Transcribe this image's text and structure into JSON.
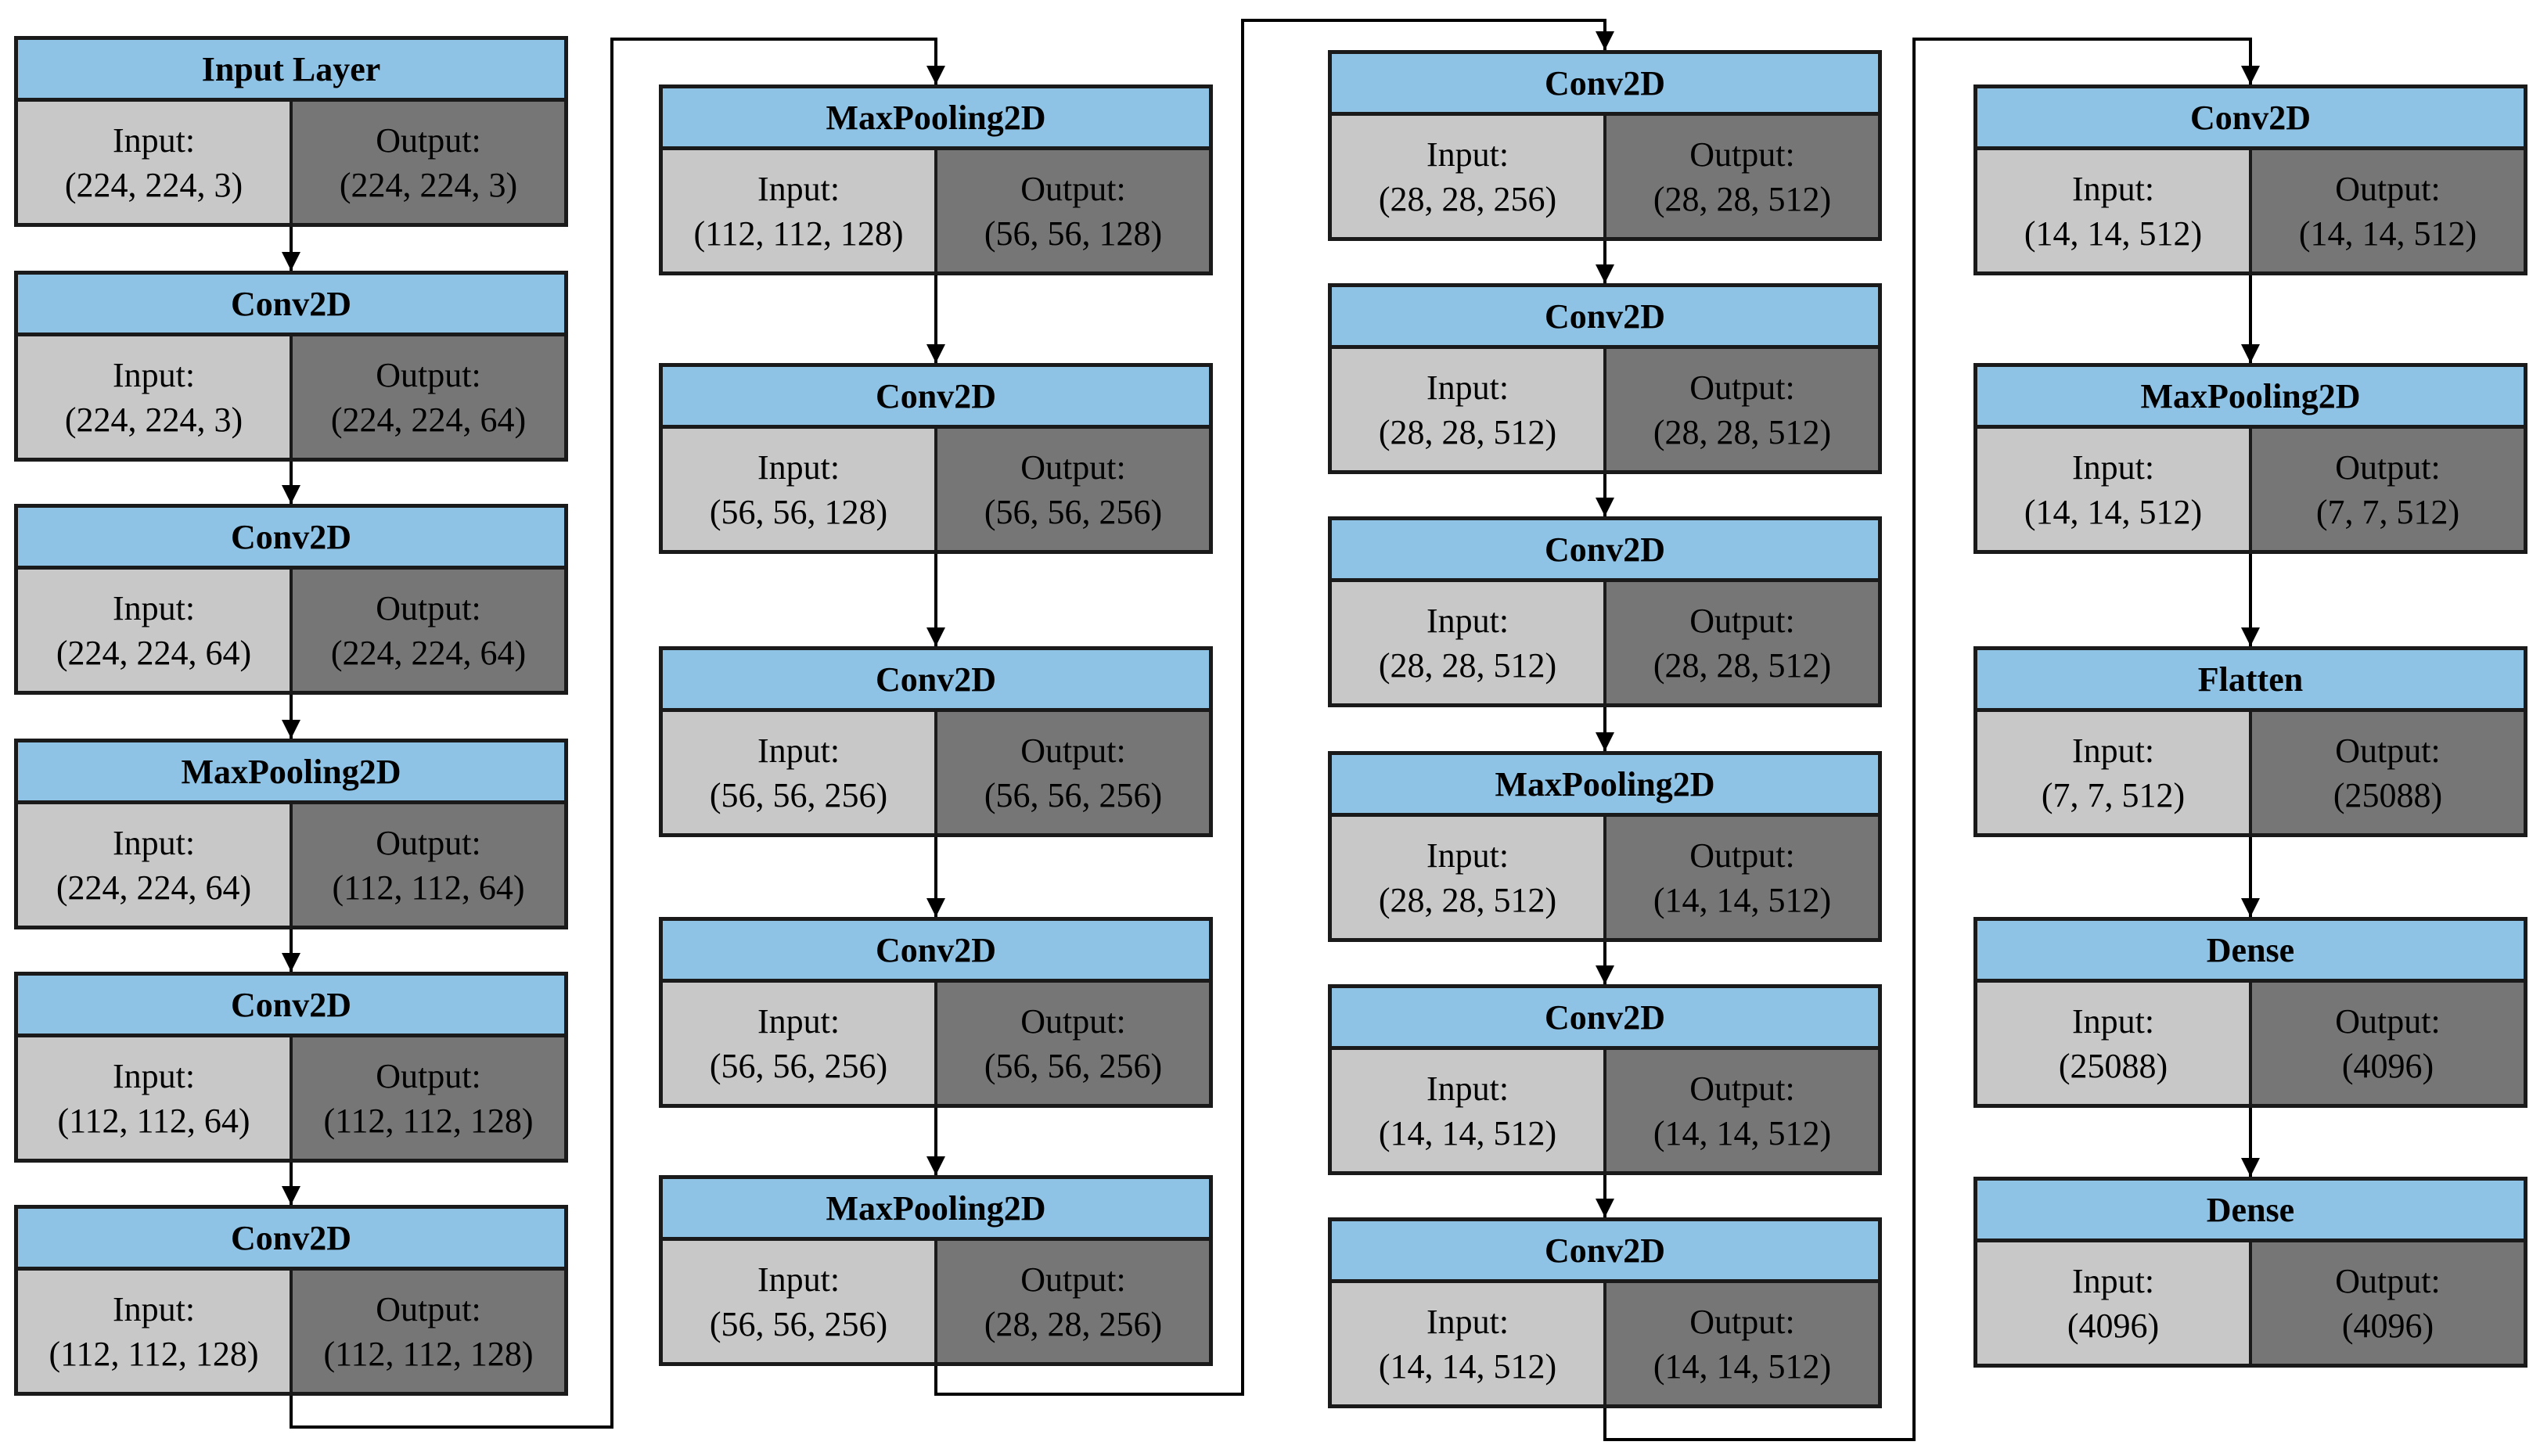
{
  "diagram": {
    "colors": {
      "header": "#8ec3e6",
      "input_cell": "#c8c8c8",
      "output_cell": "#767676",
      "border": "#1a1a1a",
      "arrow": "#000000"
    },
    "input_label": "Input:",
    "output_label": "Output:",
    "columns": [
      {
        "layers": [
          {
            "name": "Input Layer",
            "input": "(224, 224, 3)",
            "output": "(224, 224, 3)"
          },
          {
            "name": "Conv2D",
            "input": "(224, 224, 3)",
            "output": "(224, 224, 64)"
          },
          {
            "name": "Conv2D",
            "input": "(224, 224, 64)",
            "output": "(224, 224, 64)"
          },
          {
            "name": "MaxPooling2D",
            "input": "(224, 224, 64)",
            "output": "(112, 112, 64)"
          },
          {
            "name": "Conv2D",
            "input": "(112, 112, 64)",
            "output": "(112, 112, 128)"
          },
          {
            "name": "Conv2D",
            "input": "(112, 112, 128)",
            "output": "(112, 112, 128)"
          }
        ]
      },
      {
        "layers": [
          {
            "name": "MaxPooling2D",
            "input": "(112, 112, 128)",
            "output": "(56, 56, 128)"
          },
          {
            "name": "Conv2D",
            "input": "(56, 56, 128)",
            "output": "(56, 56, 256)"
          },
          {
            "name": "Conv2D",
            "input": "(56, 56, 256)",
            "output": "(56, 56, 256)"
          },
          {
            "name": "Conv2D",
            "input": "(56, 56, 256)",
            "output": "(56, 56, 256)"
          },
          {
            "name": "MaxPooling2D",
            "input": "(56, 56, 256)",
            "output": "(28, 28, 256)"
          }
        ]
      },
      {
        "layers": [
          {
            "name": "Conv2D",
            "input": "(28, 28, 256)",
            "output": "(28, 28, 512)"
          },
          {
            "name": "Conv2D",
            "input": "(28, 28, 512)",
            "output": "(28, 28, 512)"
          },
          {
            "name": "Conv2D",
            "input": "(28, 28, 512)",
            "output": "(28, 28, 512)"
          },
          {
            "name": "MaxPooling2D",
            "input": "(28, 28, 512)",
            "output": "(14, 14, 512)"
          },
          {
            "name": "Conv2D",
            "input": "(14, 14, 512)",
            "output": "(14, 14, 512)"
          },
          {
            "name": "Conv2D",
            "input": "(14, 14, 512)",
            "output": "(14, 14, 512)"
          }
        ]
      },
      {
        "layers": [
          {
            "name": "Conv2D",
            "input": "(14, 14, 512)",
            "output": "(14, 14, 512)"
          },
          {
            "name": "MaxPooling2D",
            "input": "(14, 14, 512)",
            "output": "(7, 7, 512)"
          },
          {
            "name": "Flatten",
            "input": "(7, 7, 512)",
            "output": "(25088)"
          },
          {
            "name": "Dense",
            "input": "(25088)",
            "output": "(4096)"
          },
          {
            "name": "Dense",
            "input": "(4096)",
            "output": "(4096)"
          }
        ]
      }
    ]
  }
}
